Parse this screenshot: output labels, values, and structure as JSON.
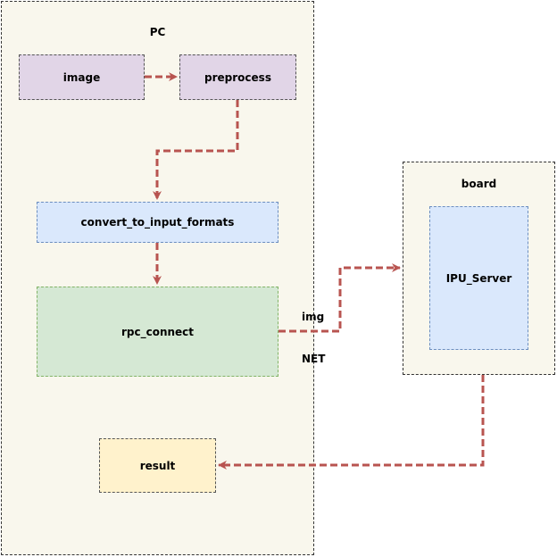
{
  "colors": {
    "container_fill": "#f9f7ed",
    "purple_fill": "#e1d5e7",
    "blue_fill": "#dae8fc",
    "green_fill": "#d5e8d4",
    "yellow_fill": "#fff2cc",
    "arrow": "#b85450"
  },
  "pc": {
    "title": "PC"
  },
  "board": {
    "title": "board"
  },
  "nodes": {
    "image": "image",
    "preprocess": "preprocess",
    "convert": "convert_to_input_formats",
    "rpc": "rpc_connect",
    "result": "result",
    "ipu": "IPU_Server"
  },
  "edge_labels": {
    "img": "img",
    "net": "NET"
  }
}
